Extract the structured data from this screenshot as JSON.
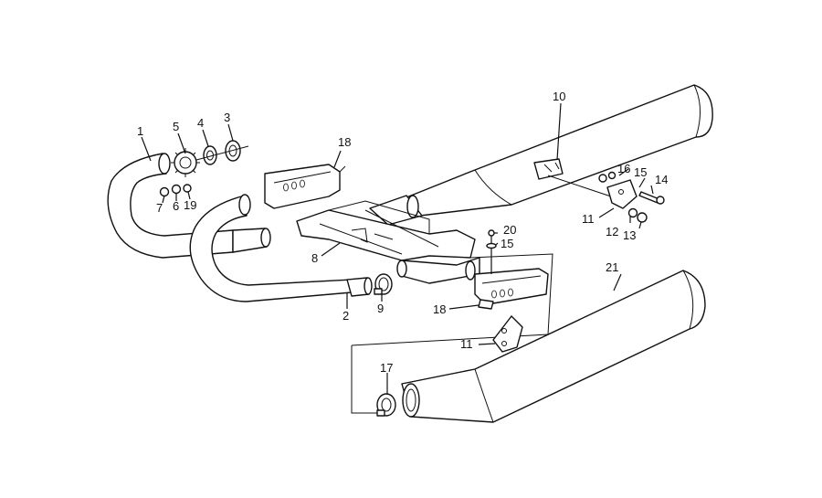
{
  "diagram": {
    "callouts": [
      {
        "id": "c1",
        "text": "1"
      },
      {
        "id": "c2",
        "text": "2"
      },
      {
        "id": "c3",
        "text": "3"
      },
      {
        "id": "c4",
        "text": "4"
      },
      {
        "id": "c5",
        "text": "5"
      },
      {
        "id": "c6",
        "text": "6"
      },
      {
        "id": "c7",
        "text": "7"
      },
      {
        "id": "c8",
        "text": "8"
      },
      {
        "id": "c9",
        "text": "9"
      },
      {
        "id": "c10",
        "text": "10"
      },
      {
        "id": "c11a",
        "text": "11"
      },
      {
        "id": "c11b",
        "text": "11"
      },
      {
        "id": "c12",
        "text": "12"
      },
      {
        "id": "c13",
        "text": "13"
      },
      {
        "id": "c14",
        "text": "14"
      },
      {
        "id": "c15a",
        "text": "15"
      },
      {
        "id": "c15b",
        "text": "15"
      },
      {
        "id": "c16",
        "text": "16"
      },
      {
        "id": "c17",
        "text": "17"
      },
      {
        "id": "c18a",
        "text": "18"
      },
      {
        "id": "c18b",
        "text": "18"
      },
      {
        "id": "c19",
        "text": "19"
      },
      {
        "id": "c20",
        "text": "20"
      },
      {
        "id": "c21",
        "text": "21"
      }
    ]
  }
}
